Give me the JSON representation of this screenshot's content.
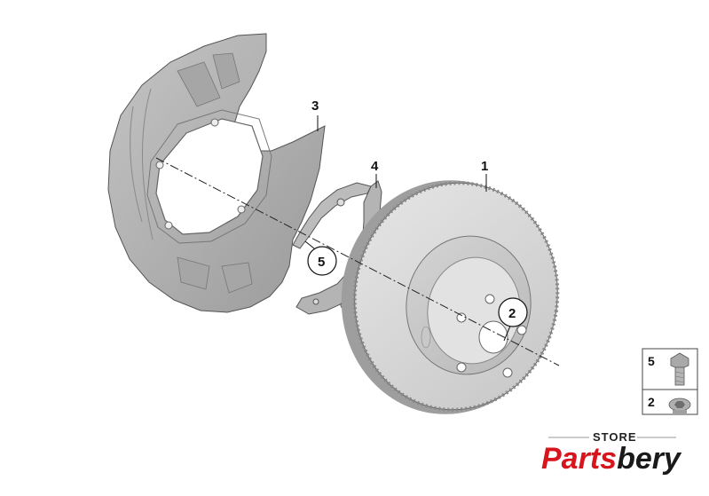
{
  "parts": [
    {
      "id": "disc",
      "label": "1"
    },
    {
      "id": "disc-bolt",
      "label": "2"
    },
    {
      "id": "dust-shield",
      "label": "3"
    },
    {
      "id": "brake-shoe-plate",
      "label": "4"
    },
    {
      "id": "hex-bolt",
      "label": "5"
    }
  ],
  "legend": {
    "rows": [
      {
        "label": "5",
        "icon": "hex-bolt-icon"
      },
      {
        "label": "2",
        "icon": "socket-bolt-icon"
      }
    ]
  },
  "brand": {
    "store": "STORE",
    "part1": "Parts",
    "part2": "bery",
    "color_red": "#d8141c",
    "color_dark": "#1a1a1a"
  }
}
